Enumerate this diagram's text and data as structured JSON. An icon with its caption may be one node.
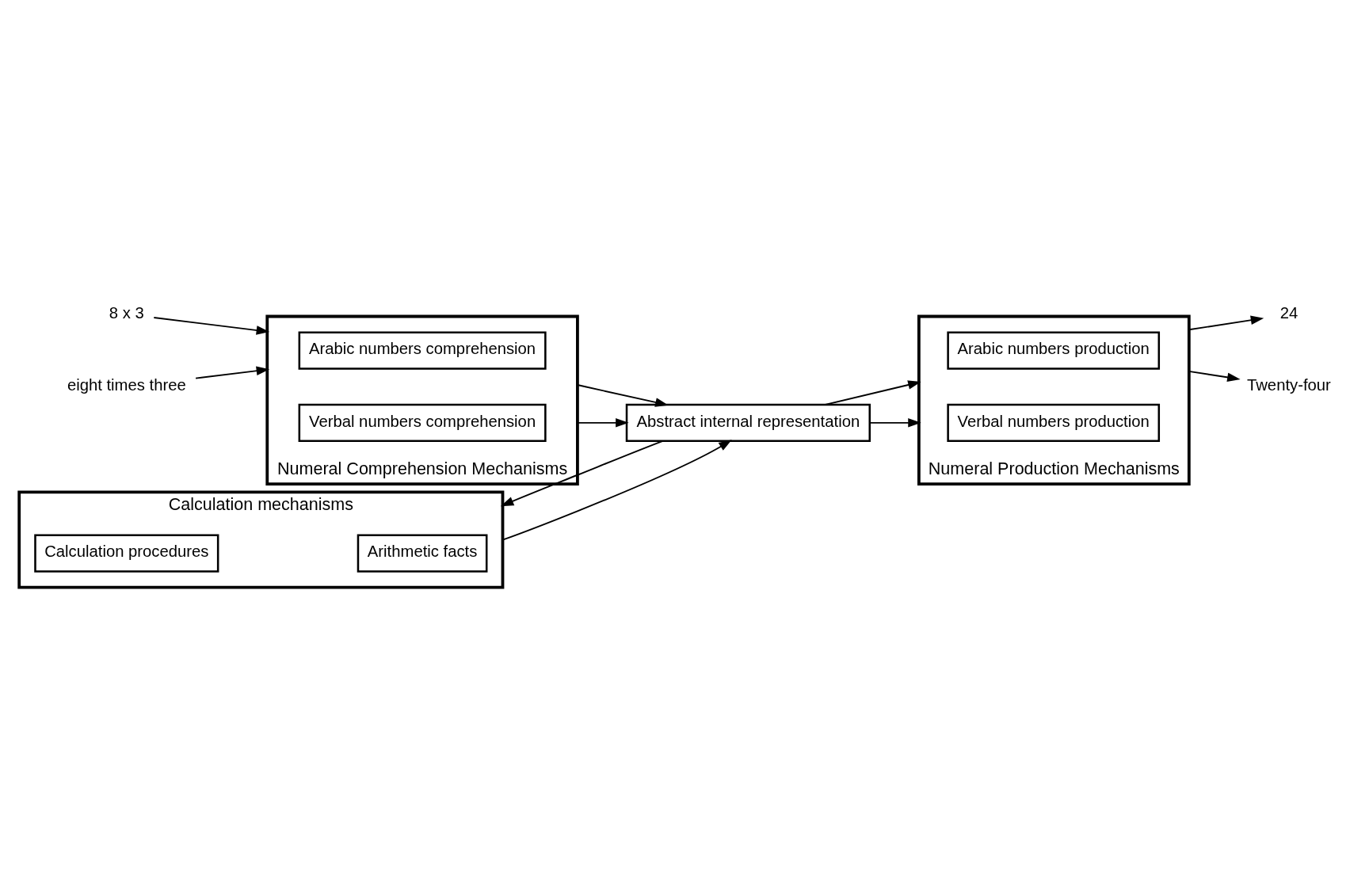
{
  "diagram": {
    "nodes": [
      {
        "text": [
          "Calculation mechanisms"
        ]
      },
      {
        "text": [
          "Arithmetic facts"
        ],
        "in": 0
      },
      {
        "text": [
          "Calculation procedures"
        ],
        "in": 0
      },
      {
        "text": [
          "Numeral Comprehension Mechanisms"
        ]
      },
      {
        "text": [
          "Arabic numbers comprehension"
        ],
        "in": 3
      },
      {
        "text": [
          "Verbal numbers comprehension"
        ],
        "in": 3
      },
      {
        "text": [
          "Abstract internal representation"
        ]
      },
      {
        "text": [
          "Numeral Production Mechanisms"
        ]
      },
      {
        "text": [
          "Arabic numbers production"
        ],
        "in": 7
      },
      {
        "text": [
          "Verbal numbers production"
        ],
        "in": 7
      },
      {
        "text": [
          "8 x 3"
        ]
      },
      {
        "text": [
          "eight times three"
        ]
      },
      {
        "text": [
          "24"
        ]
      },
      {
        "text": [
          "Twenty-four"
        ]
      }
    ],
    "edges": [
      {
        "from": 10,
        "to": 3,
        "arrow": "to"
      },
      {
        "from": 11,
        "to": 3,
        "arrow": "to"
      },
      {
        "from": 3,
        "to": 6,
        "arrow": "to"
      },
      {
        "from": 3,
        "to": 6,
        "arrow": "to"
      },
      {
        "from": 0,
        "to": 6,
        "arrow": "to"
      },
      {
        "from": 6,
        "to": 0,
        "arrow": "to"
      },
      {
        "from": 6,
        "to": 7,
        "arrow": "to"
      },
      {
        "from": 6,
        "to": 7,
        "arrow": "to"
      },
      {
        "from": 7,
        "to": 12,
        "arrow": "to"
      },
      {
        "from": 7,
        "to": 13,
        "arrow": "to"
      }
    ]
  }
}
